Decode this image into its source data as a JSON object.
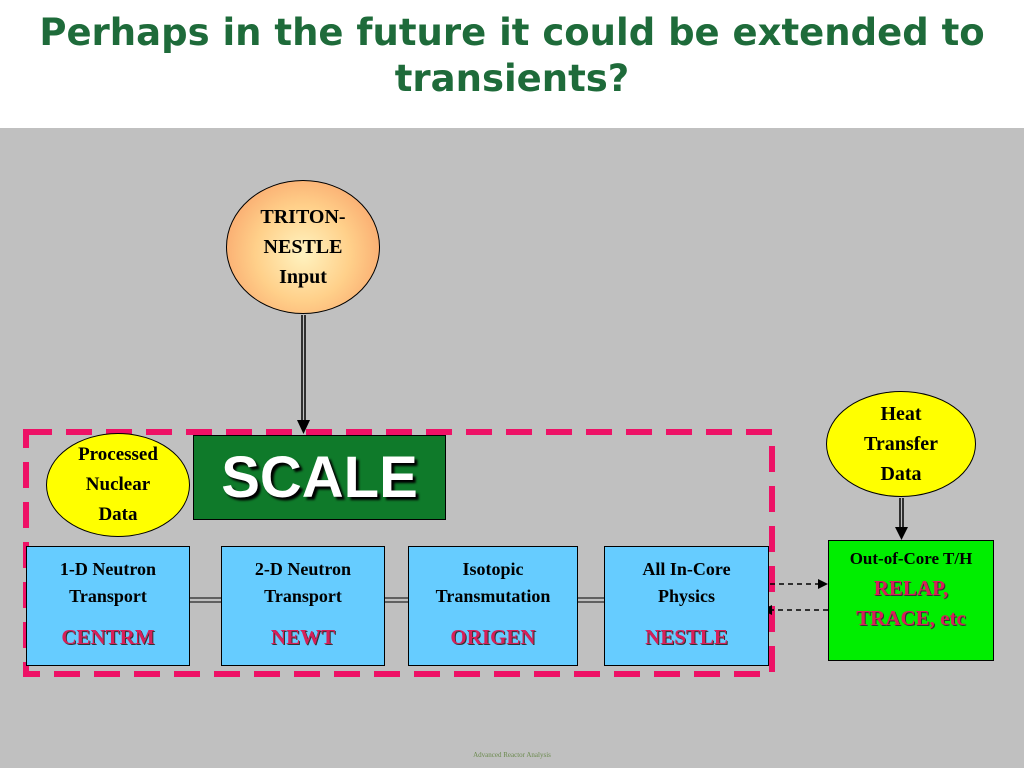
{
  "slide": {
    "title": "Perhaps in the future it could be extended to transients?",
    "footer": "Advanced Reactor Analysis"
  },
  "nodes": {
    "input_oval": {
      "lines": [
        "TRITON-",
        "NESTLE",
        "Input"
      ]
    },
    "nuclear_oval": {
      "lines": [
        "Processed",
        "Nuclear",
        "Data"
      ]
    },
    "heat_oval": {
      "lines": [
        "Heat",
        "Transfer",
        "Data"
      ]
    },
    "scale_box": {
      "label": "SCALE"
    },
    "modules": [
      {
        "line1": "1-D Neutron",
        "line2": "Transport",
        "code": "CENTRM"
      },
      {
        "line1": "2-D Neutron",
        "line2": "Transport",
        "code": "NEWT"
      },
      {
        "line1": "Isotopic",
        "line2": "Transmutation",
        "code": "ORIGEN"
      },
      {
        "line1": "All In-Core",
        "line2": "Physics",
        "code": "NESTLE"
      }
    ],
    "out_of_core": {
      "heading": "Out-of-Core T/H",
      "codes": [
        "RELAP,",
        "TRACE, etc"
      ]
    }
  },
  "colors": {
    "title": "#1e6b3a",
    "scale_green": "#0f7a2a",
    "module_blue": "#66ccff",
    "code_red": "#d6205a",
    "dashed_border": "#ee1166",
    "out_of_core_green": "#00ee00",
    "oval_yellow": "#ffff00"
  }
}
